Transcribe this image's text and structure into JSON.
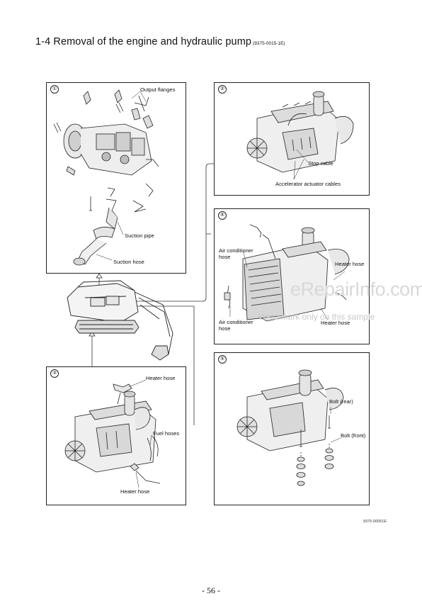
{
  "heading": {
    "main": "1-4  Removal of the engine and hydraulic pump",
    "code": "(9375-0015-1E)"
  },
  "panels": {
    "p1": {
      "number": "①",
      "labels": {
        "output_flanges": "Output flanges",
        "suction_pipe": "Suction pipe",
        "suction_hose": "Suction hose"
      }
    },
    "p2": {
      "number": "②",
      "labels": {
        "stop_cable": "Stop cable",
        "accelerator": "Accelerator actuator cables"
      }
    },
    "p3": {
      "number": "③",
      "labels": {
        "heater_hose_top": "Heater hose",
        "fuel_hoses": "Fuel hoses",
        "heater_hose_bottom": "Heater hose"
      }
    },
    "p4": {
      "number": "④",
      "labels": {
        "air_cond_top": "Air conditioner\nhose",
        "heater_hose_right": "Heater hose",
        "air_cond_bottom": "Air conditioner\nhose",
        "heater_hose_bottom": "Heater hose"
      }
    },
    "p5": {
      "number": "⑤",
      "labels": {
        "bolt_rear": "Bolt (rear)",
        "bolt_front": "Bolt (front)"
      }
    }
  },
  "watermark": {
    "site": "eRepairInfo.com",
    "note": "Watermark only on this sample"
  },
  "figure_code": "9375-00051E",
  "page_number": "- 56 -"
}
